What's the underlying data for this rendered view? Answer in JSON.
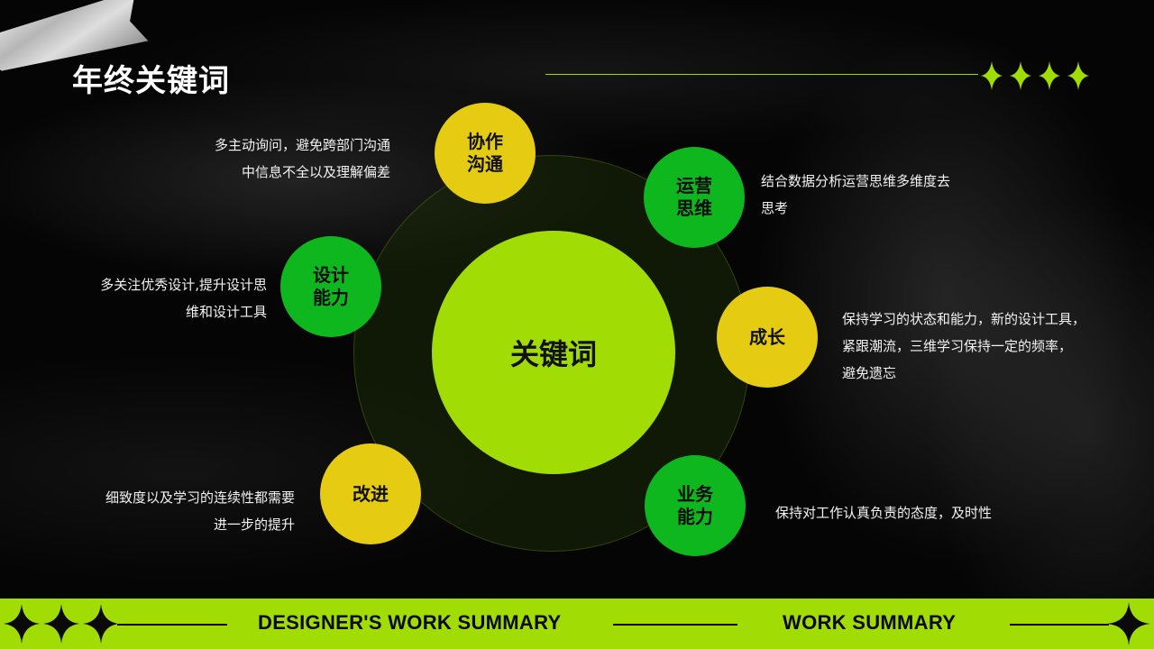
{
  "title": "年终关键词",
  "center_label": "关键词",
  "nodes": [
    {
      "label_line1": "协作",
      "label_line2": "沟通",
      "color": "#e5cb12",
      "desc_line1": "多主动询问，避免跨部门沟通",
      "desc_line2": "中信息不全以及理解偏差"
    },
    {
      "label_line1": "运营",
      "label_line2": "思维",
      "color": "#0fb71f",
      "desc_line1": "结合数据分析运营思维多维度去",
      "desc_line2": "思考"
    },
    {
      "label_line1": "设计",
      "label_line2": "能力",
      "color": "#0fb71f",
      "desc_line1": "多关注优秀设计,提升设计思",
      "desc_line2": "维和设计工具"
    },
    {
      "label_line1": "成长",
      "label_line2": "",
      "color": "#e5cb12",
      "desc_line1": "保持学习的状态和能力，新的设计工具，",
      "desc_line2": "紧跟潮流，三维学习保持一定的频率，",
      "desc_line3": "避免遗忘"
    },
    {
      "label_line1": "改进",
      "label_line2": "",
      "color": "#e5cb12",
      "desc_line1": "细致度以及学习的连续性都需要",
      "desc_line2": "进一步的提升"
    },
    {
      "label_line1": "业务",
      "label_line2": "能力",
      "color": "#0fb71f",
      "desc_line1": "保持对工作认真负责的态度，及时性"
    }
  ],
  "footer": {
    "text_left": "DESIGNER'S WORK SUMMARY",
    "text_right": "WORK SUMMARY"
  },
  "colors": {
    "accent_green": "#a2dc05",
    "node_yellow": "#e5cb12",
    "node_green": "#0fb71f",
    "background": "#050505"
  },
  "icons": [
    "sparkle-icon",
    "tape-decoration"
  ]
}
